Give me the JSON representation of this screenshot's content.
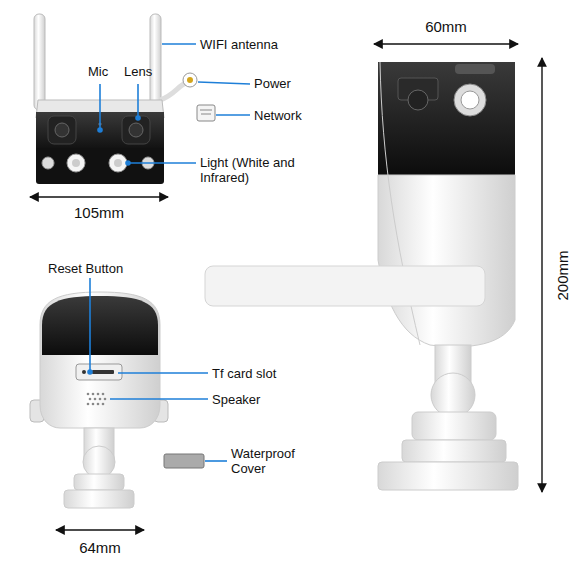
{
  "diagram": {
    "labels": [
      "WIFI antenna",
      "Mic",
      "Lens",
      "Power",
      "Network",
      "Light (White and Infrared)",
      "105mm",
      "60mm",
      "200mm",
      "Reset Button",
      "Tf card slot",
      "Speaker",
      "Waterproof Cover",
      "64mm"
    ]
  }
}
